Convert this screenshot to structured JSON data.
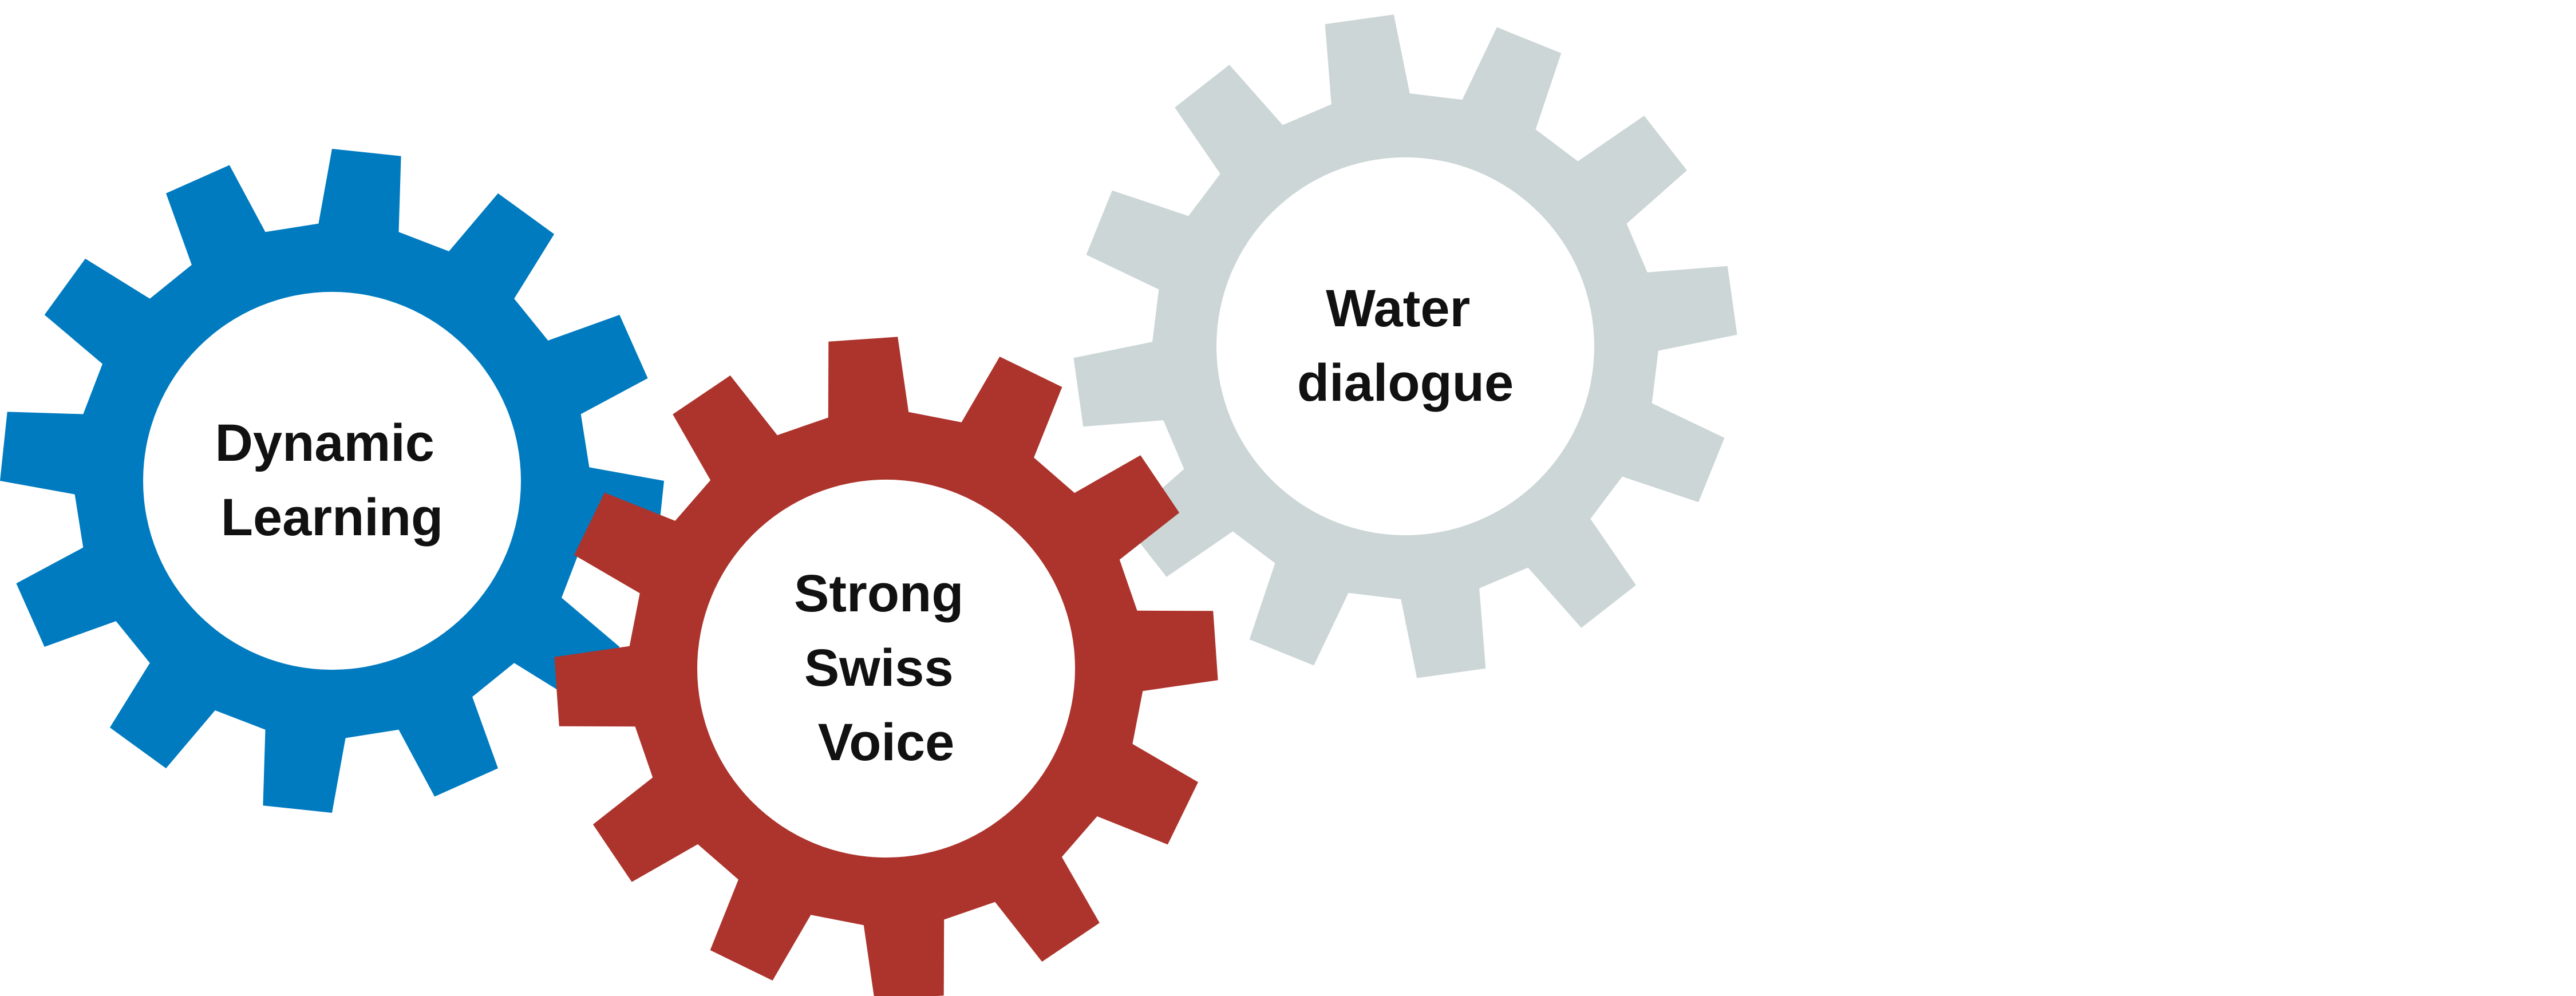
{
  "gears": [
    {
      "id": "dynamic-learning",
      "color": "#007BC0",
      "label_lines": [
        "Dynamic",
        "Learning"
      ]
    },
    {
      "id": "strong-swiss-voice",
      "color": "#AD342D",
      "label_lines": [
        "Strong",
        "Swiss",
        "Voice"
      ]
    },
    {
      "id": "water-dialogue",
      "color": "#CCD6D6",
      "label_lines": [
        "Water",
        "dialogue"
      ]
    }
  ]
}
